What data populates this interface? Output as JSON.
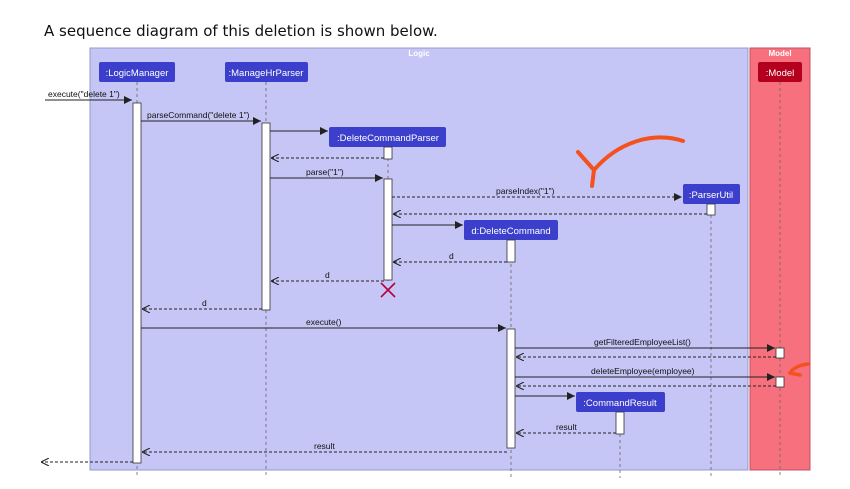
{
  "caption": "A sequence diagram of this deletion is shown below.",
  "colors": {
    "logic_box": "#c5c5f6",
    "model_box": "#f7707e",
    "participant": "#3c3fcc",
    "model_participant": "#b4001e",
    "destroy": "#b8003a",
    "annotation": "#f4511e"
  },
  "boxes": {
    "logic": "Logic",
    "model": "Model"
  },
  "participants": {
    "logic_manager": ":LogicManager",
    "manage_hr_parser": ":ManageHrParser",
    "delete_command_parser": ":DeleteCommandParser",
    "parser_util": ":ParserUtil",
    "delete_command": "d:DeleteCommand",
    "command_result": ":CommandResult",
    "model": ":Model"
  },
  "messages": {
    "execute_call": "execute(\"delete 1\")",
    "parse_command": "parseCommand(\"delete 1\")",
    "parse": "parse(\"1\")",
    "parse_index": "parseIndex(\"1\")",
    "return_d_parser": "d",
    "return_d_hr": "d",
    "return_d_lm": "d",
    "execute": "execute()",
    "get_filtered": "getFilteredEmployeeList()",
    "delete_employee": "deleteEmployee(employee)",
    "result_cr": "result",
    "result_lm": "result"
  },
  "annotations": [
    "curved-arrow-pointing-left",
    "short-arrow-pointing-left"
  ]
}
